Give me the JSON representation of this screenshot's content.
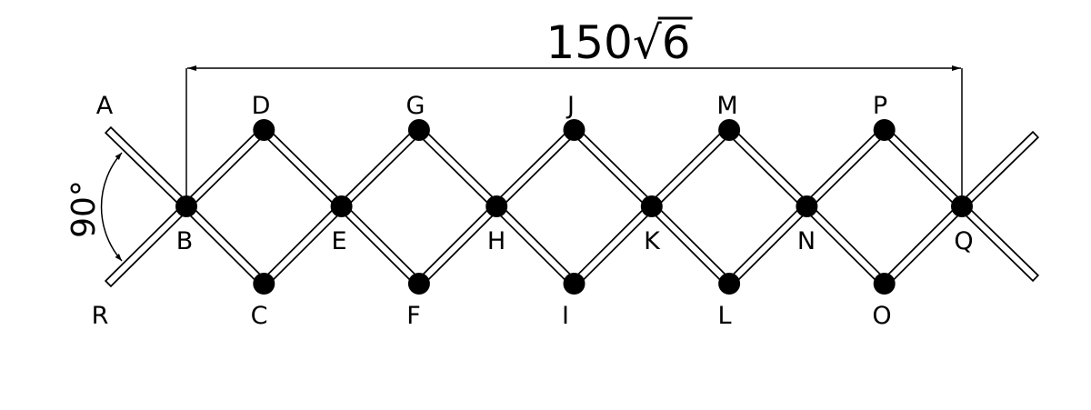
{
  "dimension_label": "150√6",
  "dimension_number": "150",
  "dimension_radicand": "6",
  "angle_label": "90°",
  "top_labels": [
    "A",
    "D",
    "G",
    "J",
    "M",
    "P"
  ],
  "middle_labels": [
    "B",
    "E",
    "H",
    "K",
    "N",
    "Q"
  ],
  "bottom_labels": [
    "R",
    "C",
    "F",
    "I",
    "L",
    "O"
  ],
  "colors": {
    "stroke": "#000000",
    "rod_fill": "#ffffff",
    "joint": "#000000"
  }
}
